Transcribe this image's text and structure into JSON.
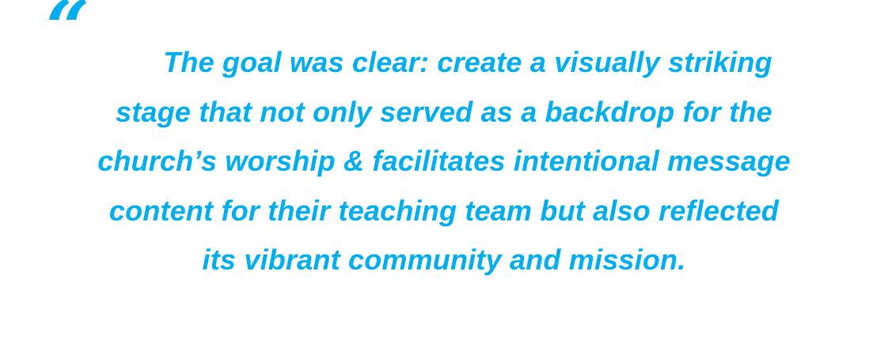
{
  "quote": {
    "mark": "“",
    "lines": [
      "The goal was clear: create a visually striking",
      "stage that not only served as a backdrop for the",
      "church’s worship & facilitates intentional message",
      "content for their teaching team but also reflected",
      "its vibrant community and mission."
    ]
  },
  "colors": {
    "accent": "#00AEEF",
    "background": "#FFFFFF"
  }
}
